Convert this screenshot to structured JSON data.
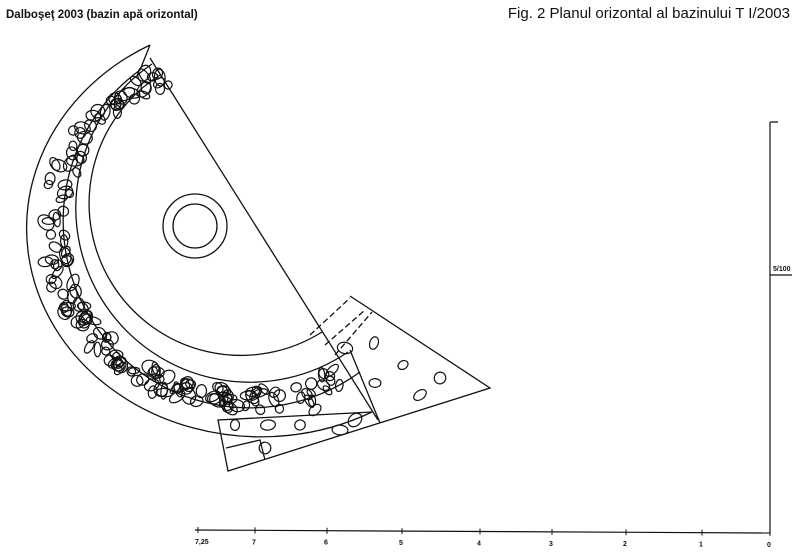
{
  "header": {
    "left_title": "Dalboşeţ 2003 (bazin apă orizontal)",
    "right_title": "Fig. 2 Planul orizontal al bazinului T I/2003"
  },
  "scale": {
    "labels": [
      "7,25",
      "7",
      "6",
      "5",
      "4",
      "3",
      "2",
      "1",
      "0"
    ],
    "vertical_label": "5/100"
  },
  "colors": {
    "ink": "#111111",
    "background": "#ffffff"
  }
}
